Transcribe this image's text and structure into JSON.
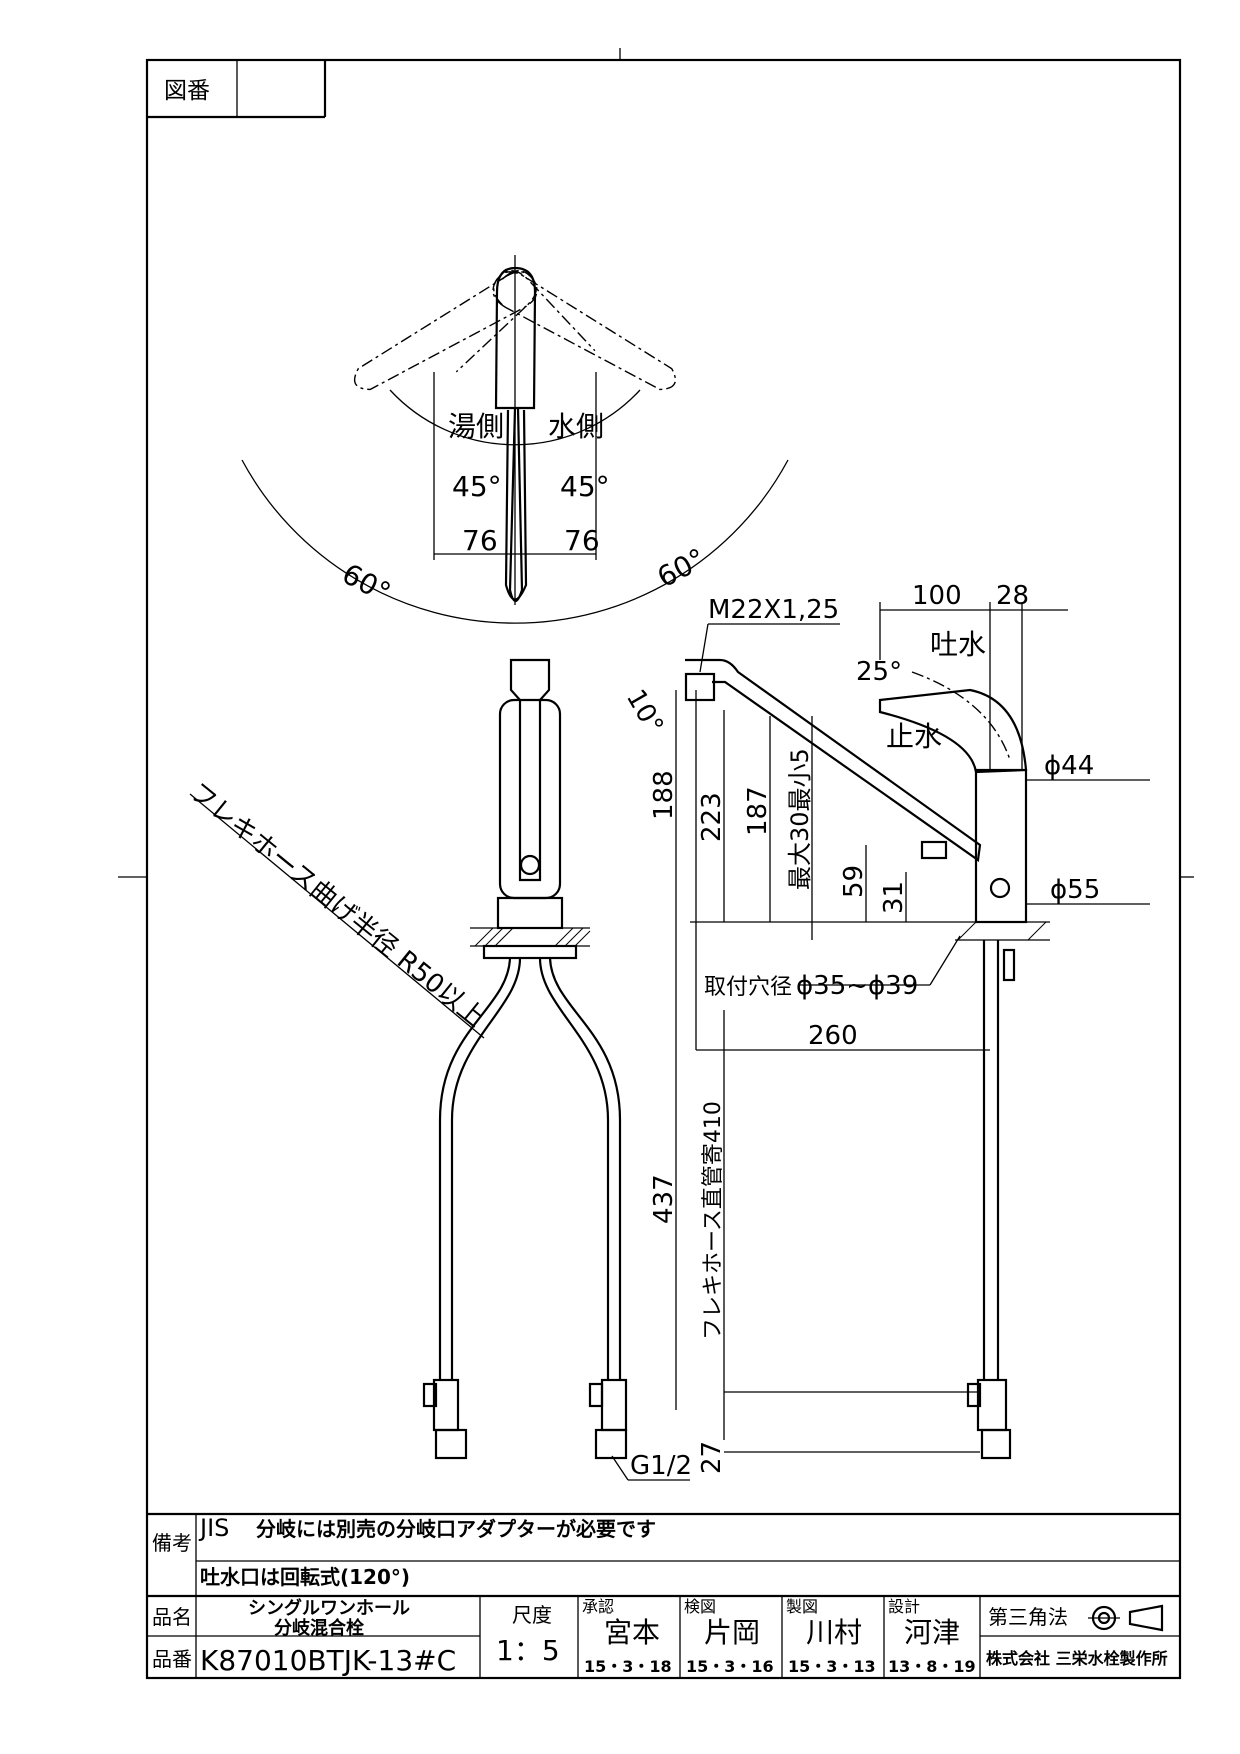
{
  "drawing_no_label": "図番",
  "top_view": {
    "hot_side": "湯側",
    "cold_side": "水側",
    "angle_left": "45°",
    "angle_right": "45°",
    "dim_left": "76",
    "dim_right": "76",
    "swing_left": "60°",
    "swing_right": "60°"
  },
  "front_view": {
    "hose_note": "フレキホース曲げ半径 R50以上",
    "g_label": "G1/2"
  },
  "side_view": {
    "thread": "M22X1,25",
    "dim_100": "100",
    "dim_28": "28",
    "spout_on": "吐水",
    "angle_25": "25°",
    "angle_10": "10°",
    "stop": "止水",
    "dia_44": "ϕ44",
    "dia_55": "ϕ55",
    "dim_188": "188",
    "dim_223": "223",
    "dim_187": "187",
    "max_thick": "最大30最小5",
    "dim_59": "59",
    "dim_31": "31",
    "hole": "取付穴径",
    "hole_dims": "ϕ35~ϕ39",
    "dim_260": "260",
    "dim_437": "437",
    "hose_len": "フレキホース直管寄410",
    "dim_27": "27"
  },
  "title_block": {
    "remarks_label": "備考",
    "jis": "JIS",
    "remark1": "分岐には別売の分岐口アダプターが必要です",
    "remark2": "吐水口は回転式(120°)",
    "name_label": "品名",
    "name1": "シングルワンホール",
    "name2": "分岐混合栓",
    "number_label": "品番",
    "number": "K87010BTJK-13#C",
    "scale_label": "尺度",
    "scale": "1：5",
    "approved_label": "承認",
    "approved_by": "宮本",
    "approved_date": "15・3・18",
    "checked_label": "検図",
    "checked_by": "片岡",
    "checked_date": "15・3・16",
    "drawn_label": "製図",
    "drawn_by": "川村",
    "drawn_date": "15・3・13",
    "designed_label": "設計",
    "designed_by": "河津",
    "designed_date": "13・8・19",
    "projection": "第三角法",
    "company": "株式会社 三栄水栓製作所"
  }
}
